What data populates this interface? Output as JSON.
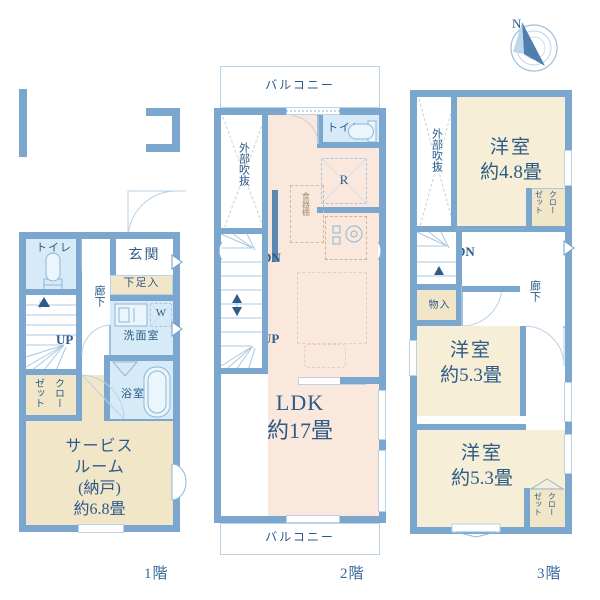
{
  "document": {
    "type": "japanese-real-estate-floor-plan",
    "floors": [
      "1階",
      "2階",
      "3階"
    ]
  },
  "compass": {
    "name": "north-arrow",
    "label": "N"
  },
  "floor1": {
    "label": "1階",
    "rooms": [
      {
        "name": "service-room",
        "lines": [
          "サービス",
          "ルーム",
          "(納戸)",
          "約6.8畳"
        ]
      },
      {
        "name": "entrance",
        "lines": [
          "玄関"
        ]
      },
      {
        "name": "shoe-cabinet",
        "lines": [
          "下足入"
        ]
      },
      {
        "name": "toilet",
        "lines": [
          "トイレ"
        ]
      },
      {
        "name": "corridor",
        "lines": [
          "廊下"
        ]
      },
      {
        "name": "washroom",
        "lines": [
          "洗面室"
        ]
      },
      {
        "name": "bathroom",
        "lines": [
          "浴室"
        ]
      },
      {
        "name": "closet",
        "lines": [
          "クロー",
          "ゼット"
        ]
      },
      {
        "name": "washer-space",
        "lines": [
          "W"
        ]
      }
    ],
    "stairs": {
      "up": "UP"
    }
  },
  "floor2": {
    "label": "2階",
    "rooms": [
      {
        "name": "ldk",
        "lines": [
          "LDK",
          "約17畳"
        ]
      },
      {
        "name": "balcony-north",
        "lines": [
          "バルコニー"
        ]
      },
      {
        "name": "balcony-south",
        "lines": [
          "バルコニー"
        ]
      },
      {
        "name": "toilet",
        "lines": [
          "トイレ"
        ]
      },
      {
        "name": "refrigerator",
        "lines": [
          "R"
        ]
      },
      {
        "name": "cupboard",
        "lines": [
          "食器棚"
        ]
      },
      {
        "name": "void-exterior",
        "lines": [
          "外部吹抜"
        ]
      }
    ],
    "stairs": {
      "up": "UP",
      "down": "DN"
    }
  },
  "floor3": {
    "label": "3階",
    "rooms": [
      {
        "name": "western-room-1",
        "lines": [
          "洋室",
          "約4.8畳"
        ]
      },
      {
        "name": "western-room-2",
        "lines": [
          "洋室",
          "約5.3畳"
        ]
      },
      {
        "name": "western-room-3",
        "lines": [
          "洋室",
          "約5.3畳"
        ]
      },
      {
        "name": "closet-1",
        "lines": [
          "クロー",
          "ゼット"
        ]
      },
      {
        "name": "closet-2",
        "lines": [
          "クロー",
          "ゼット"
        ]
      },
      {
        "name": "storage",
        "lines": [
          "物入"
        ]
      },
      {
        "name": "corridor",
        "lines": [
          "廊下"
        ]
      },
      {
        "name": "void-exterior",
        "lines": [
          "外部吹抜"
        ]
      }
    ],
    "stairs": {
      "down": "DN"
    }
  },
  "colors": {
    "wall": "#7ba7cf",
    "room_beige": "#f6eed6",
    "room_tatami": "#f2e6c9",
    "room_ldk": "#fbe8dc",
    "room_water": "#d6ebf7",
    "text": "#2c5b87"
  }
}
